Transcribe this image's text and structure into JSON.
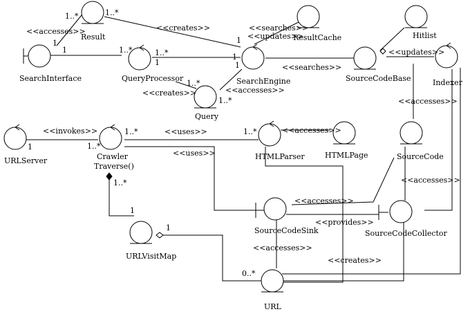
{
  "diagram": {
    "colors": {
      "line": "#000000",
      "background": "#ffffff"
    },
    "nodes": {
      "result": {
        "label": "Result",
        "kind": "entity"
      },
      "resultcache": {
        "label": "ResultCache",
        "kind": "entity"
      },
      "hitlist": {
        "label": "Hitlist",
        "kind": "entity"
      },
      "searchinterface": {
        "label": "SearchInterface",
        "kind": "boundary"
      },
      "queryprocessor": {
        "label": "QueryProcessor",
        "kind": "control"
      },
      "searchengine": {
        "label": "SearchEngine",
        "kind": "control"
      },
      "sourcecodebase": {
        "label": "SourceCodeBase",
        "kind": "entity"
      },
      "indexer": {
        "label": "Indexer",
        "kind": "control"
      },
      "query": {
        "label": "Query",
        "kind": "entity"
      },
      "urlserver": {
        "label": "URLServer",
        "kind": "control"
      },
      "crawler": {
        "label": "Crawler",
        "label2": "Traverse()",
        "kind": "control"
      },
      "htmlparser": {
        "label": "HTMLParser",
        "kind": "control"
      },
      "htmlpage": {
        "label": "HTMLPage",
        "kind": "entity"
      },
      "sourcecode": {
        "label": "SourceCode",
        "kind": "entity"
      },
      "sourcecodesink": {
        "label": "SourceCodeSink",
        "kind": "boundary"
      },
      "sourcecodecollector": {
        "label": "SourceCodeCollector",
        "kind": "boundary"
      },
      "urlvisitmap": {
        "label": "URLVisitMap",
        "kind": "entity"
      },
      "url": {
        "label": "URL",
        "kind": "entity"
      }
    },
    "labels": {
      "m_result_left": "1..*",
      "m_result_right": "1..*",
      "accesses_si_result": "<<accesses>>",
      "m_si_result": "1",
      "creates_se_result": "<<creates>>",
      "searches_rc": "<<searches>>",
      "updates_rc": "<<updates>>",
      "m_se_rc": "1",
      "m_si_qp": "1",
      "m_qp_left": "1..*",
      "m_qp_se": "1..*",
      "m_qp_bottom": "1",
      "m_se_qp": "1",
      "m_se_bottom": "1",
      "searches_scb": "<<searches>>",
      "updates_indexer": "<<updates>>",
      "m_query_top": "1..*",
      "creates_query": "<<creates>>",
      "accesses_query": "<<accesses>>",
      "m_query_right": "1..*",
      "accesses_indexer_sc": "<<accesses>>",
      "invokes": "<<invokes>>",
      "m_urlserver": "1",
      "m_crawler_left": "1..*",
      "m_crawler_right": "1..*",
      "uses_htmlparser": "<<uses>>",
      "m_htmlparser": "1..*",
      "accesses_htmlpage": "<<accesses>>",
      "uses_sink": "<<uses>>",
      "accesses_sc_collector": "<<accesses>>",
      "accesses_sink_sc": "<<accesses>>",
      "provides": "<<provides>>",
      "m_crawler_bottom": "1..*",
      "m_visitmap_top": "1",
      "m_visitmap_right": "1",
      "accesses_sink_url": "<<accesses>>",
      "creates_url": "<<creates>>",
      "m_url": "0..*"
    }
  }
}
